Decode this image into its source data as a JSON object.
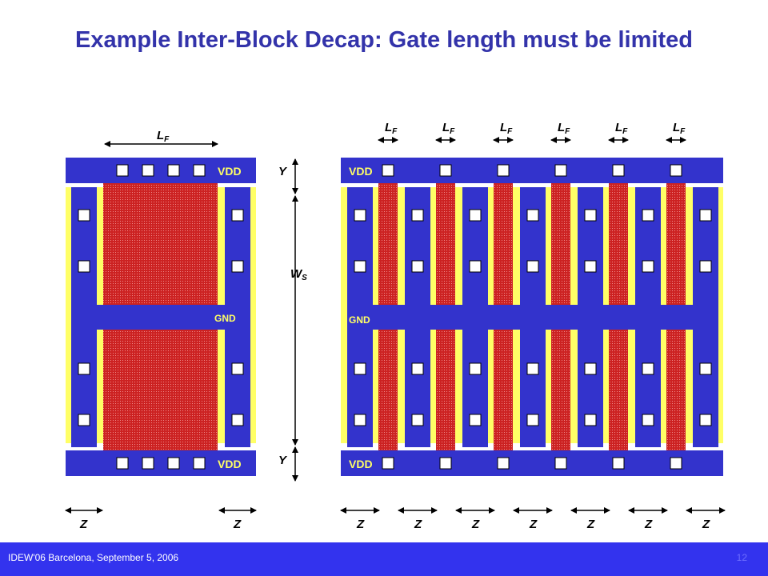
{
  "title": "Example Inter-Block Decap: Gate length must be limited",
  "labels": {
    "vdd": "VDD",
    "gnd": "GND",
    "lf_main": "L",
    "lf_sub": "F",
    "ws_main": "W",
    "ws_sub": "S",
    "y": "Y",
    "z": "Z"
  },
  "footer": {
    "text": "IDEW'06 Barcelona, September 5, 2006",
    "page_number": "12"
  },
  "colors": {
    "title": "#3333aa",
    "metal": "#3333cc",
    "diffusion": "#ffff66",
    "poly": "#cc2222",
    "contact": "#ffffff",
    "footer": "#3333ee"
  }
}
